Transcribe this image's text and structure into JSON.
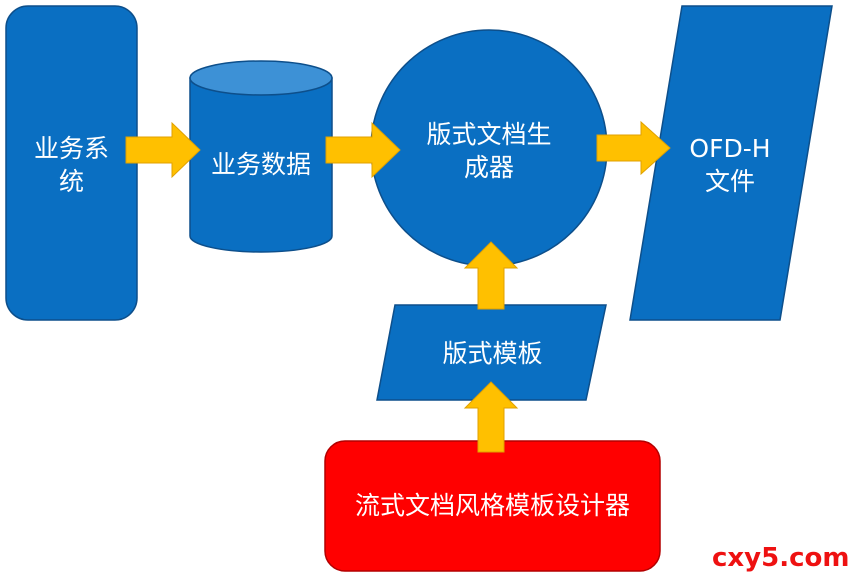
{
  "diagram": {
    "nodes": {
      "business_system": {
        "label_line1": "业务系",
        "label_line2": "统"
      },
      "business_data": {
        "label": "业务数据"
      },
      "generator": {
        "label_line1": "版式文档生",
        "label_line2": "成器"
      },
      "ofd_file": {
        "label_line1": "OFD-H",
        "label_line2": "文件"
      },
      "layout_template": {
        "label": "版式模板"
      },
      "designer": {
        "label": "流式文档风格模板设计器"
      }
    },
    "edges": [
      {
        "from": "business_system",
        "to": "business_data"
      },
      {
        "from": "business_data",
        "to": "generator"
      },
      {
        "from": "generator",
        "to": "ofd_file"
      },
      {
        "from": "layout_template",
        "to": "generator"
      },
      {
        "from": "designer",
        "to": "layout_template"
      }
    ]
  },
  "watermark": {
    "text": "cxy5.com"
  },
  "colors": {
    "shape_blue": "#0a6fc2",
    "cylinder_top": "#3d91d6",
    "shape_stroke": "#0d4f8b",
    "arrow_fill": "#ffc000",
    "arrow_stroke": "#e0a100",
    "designer_red": "#ff0000",
    "watermark_red": "#ee1111"
  }
}
